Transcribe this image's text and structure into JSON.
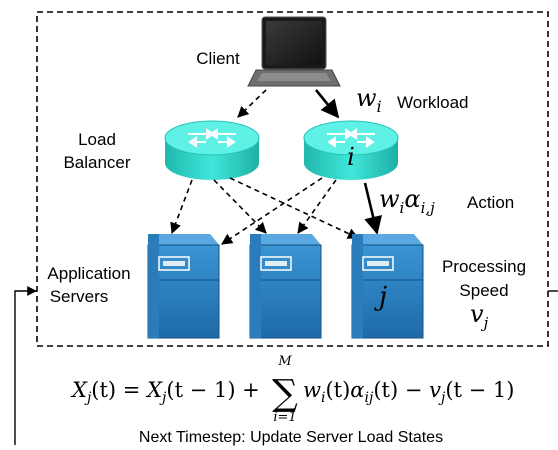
{
  "labels": {
    "client": "Client",
    "load_balancer_line1": "Load",
    "load_balancer_line2": "Balancer",
    "workload_var": "w",
    "workload_sub": "i",
    "workload_text": "Workload",
    "balancer_index": "i",
    "action_w": "w",
    "action_w_sub": "i",
    "action_alpha": "α",
    "action_alpha_sub": "i,j",
    "action_text": "Action",
    "app_servers_line1": "Application",
    "app_servers_line2": "Servers",
    "server_index": "j",
    "processing_line1": "Processing",
    "processing_line2": "Speed",
    "speed_var": "v",
    "speed_sub": "j",
    "next_timestep": "Next Timestep: Update Server Load States"
  },
  "equation": {
    "lhs": "X",
    "lhs_sub": "j",
    "lhs_arg": "(t) = ",
    "x2": "X",
    "x2_sub": "j",
    "x2_arg": "(t − 1) + ",
    "sum_symbol": "∑",
    "sum_upper": "M",
    "sum_lower": "i=1",
    "term_w": "w",
    "term_w_sub": "i",
    "term_w_arg": "(t)",
    "term_alpha": "α",
    "term_alpha_sub": "ij",
    "term_alpha_arg": "(t) − ",
    "term_v": "v",
    "term_v_sub": "j",
    "term_v_arg": "(t − 1)"
  },
  "colors": {
    "router": "#33ddd2",
    "router_top": "#5ff0e6",
    "server": "#2f86c6",
    "server_dark": "#1d5f97",
    "line": "#000000"
  }
}
